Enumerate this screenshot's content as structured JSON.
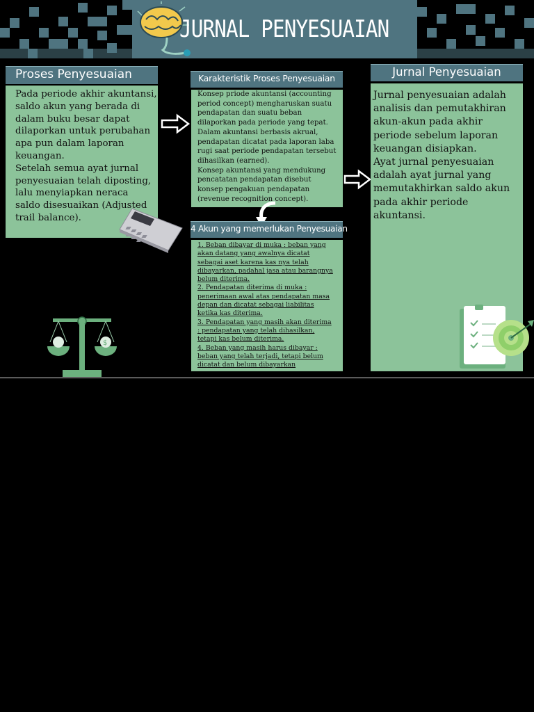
{
  "banner": {
    "title": "JURNAL PENYESUAIAN"
  },
  "col1": {
    "header": "Proses Penyesuaian",
    "paragraphs": [
      "Pada periode akhir akuntansi, saldo akun yang berada di dalam buku besar dapat dilaporkan untuk perubahan apa pun dalam laporan keuangan.",
      "Setelah semua ayat jurnal penyesuaian telah diposting, lalu menyiapkan neraca saldo disesuaikan (Adjusted trail balance)."
    ]
  },
  "col2": {
    "header": "Karakteristik Proses Penyesuaian",
    "paragraphs": [
      "Konsep priode akuntansi (accounting period concept) mengharuskan suatu pendapatan dan suatu beban dilaporkan pada periode yang tepat.",
      "Dalam akuntansi berbasis akrual, pendapatan dicatat pada laporan laba rugi saat periode pendapatan tersebut dihasilkan (earned).",
      "Konsep akuntansi yang mendukung pencatatan pendapatan disebut konsep pengakuan pendapatan (revenue recognition concept)."
    ]
  },
  "col2b": {
    "header": "4 Akun yang memerlukan Penyesuaian",
    "items": [
      "1. Beban dibayar di muka : beban yang akan datang yang awalnya dicatat sebagai aset karena kas nya telah dibayarkan, padahal jasa atau barangnya belum diterima.",
      "2. Pendapatan diterima di muka : penerimaan awal atas pendapatan masa depan dan dicatat sebagai liabilitas ketika kas diterima.",
      "3. Pendapatan yang masih akan diterima : pendapatan yang telah dihasilkan, tetapi kas belum diterima.",
      "4. Beban yang masih harus dibayar : beban yang telah terjadi, tetapi belum dicatat dan belum dibayarkan"
    ]
  },
  "col3": {
    "header": "Jurnal Penyesuaian",
    "paragraphs": [
      "Jurnal penyesuaian adalah analisis dan pemutakhiran akun-akun pada akhir periode sebelum laporan keuangan disiapkan.",
      "Ayat jurnal penyesuaian adalah ayat jurnal yang memutakhirkan saldo akun pada akhir periode akuntansi."
    ]
  },
  "colors": {
    "teal": "#4f7480",
    "green_box": "#8cc39a",
    "background": "#000000"
  }
}
